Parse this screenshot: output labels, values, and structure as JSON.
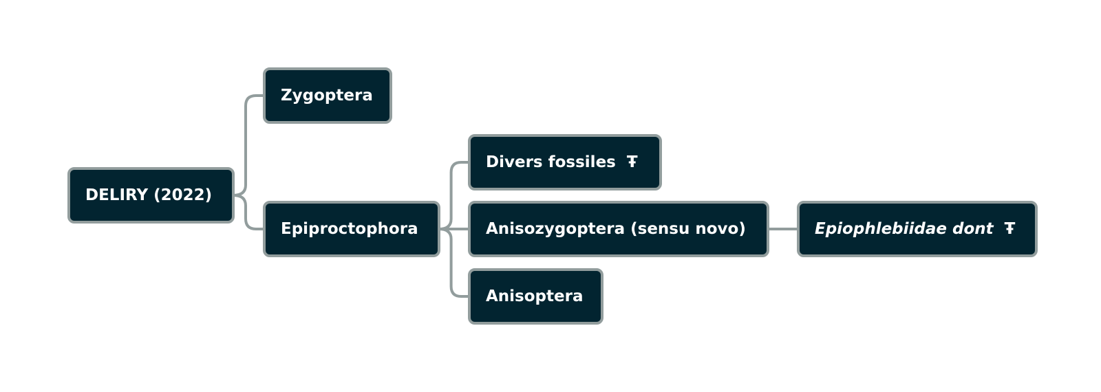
{
  "colors": {
    "node_fill": "#022430",
    "node_border": "#929d9d",
    "node_text": "#ffffff",
    "connector": "#929d9d",
    "background": "#ffffff"
  },
  "nodes": {
    "root": {
      "label": "DELIRY (2022)"
    },
    "zygoptera": {
      "label": "Zygoptera"
    },
    "epiproctophora": {
      "label": "Epiproctophora"
    },
    "divers_fossiles": {
      "label": "Divers fossiles",
      "mark": "Ŧ"
    },
    "anisozygoptera": {
      "label": "Anisozygoptera (sensu novo)"
    },
    "anisoptera": {
      "label": "Anisoptera"
    },
    "epiophlebiidae": {
      "label": "Epiophlebiidae dont",
      "mark": "Ŧ"
    }
  },
  "edges": [
    {
      "from": "root",
      "to": "zygoptera"
    },
    {
      "from": "root",
      "to": "epiproctophora"
    },
    {
      "from": "epiproctophora",
      "to": "divers_fossiles"
    },
    {
      "from": "epiproctophora",
      "to": "anisozygoptera"
    },
    {
      "from": "epiproctophora",
      "to": "anisoptera"
    },
    {
      "from": "anisozygoptera",
      "to": "epiophlebiidae"
    }
  ]
}
